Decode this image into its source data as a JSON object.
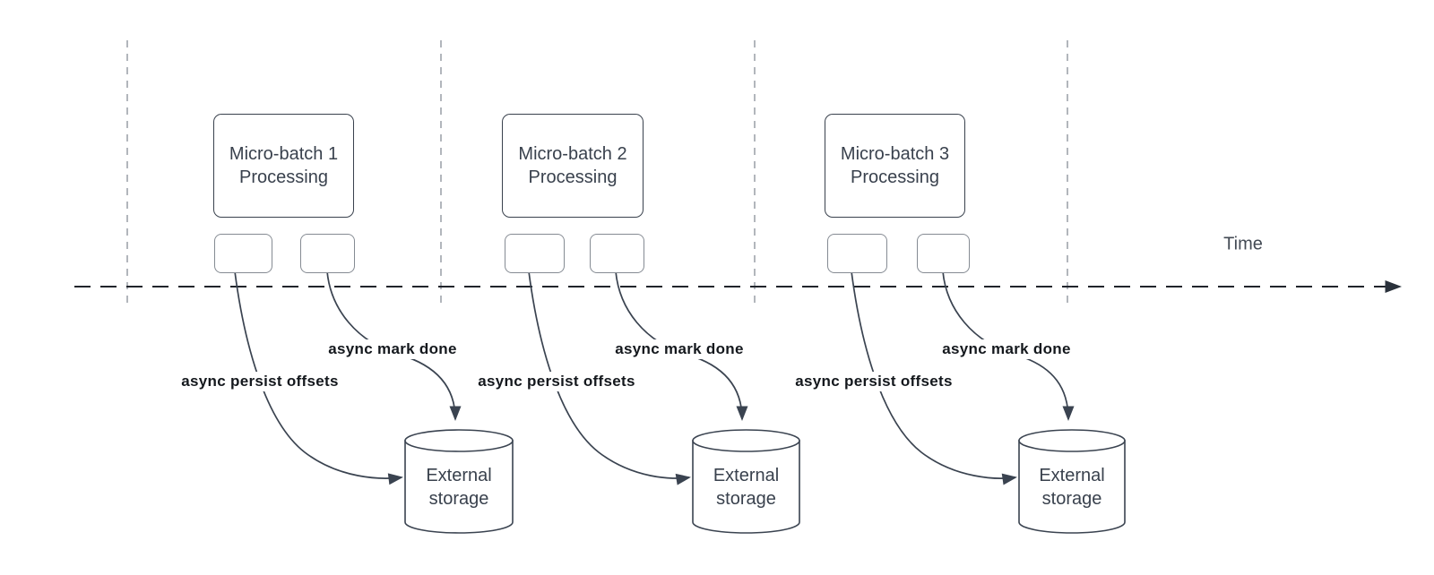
{
  "diagram": {
    "title_hint": "Micro-batch processing timeline with async persistence to external storage",
    "axis": {
      "time_label": "Time"
    },
    "colors": {
      "background": "#ffffff",
      "line": "#3a4350",
      "axis_line": "#20242b",
      "guide_line": "#9fa4ab",
      "label_text": "#14181d",
      "box_text": "#39414d"
    },
    "groups": [
      {
        "box_title_line1": "Micro-batch 1",
        "box_title_line2": "Processing",
        "persist_label": "async persist offsets",
        "done_label": "async mark done",
        "storage_line1": "External",
        "storage_line2": "storage"
      },
      {
        "box_title_line1": "Micro-batch 2",
        "box_title_line2": "Processing",
        "persist_label": "async persist offsets",
        "done_label": "async mark done",
        "storage_line1": "External",
        "storage_line2": "storage"
      },
      {
        "box_title_line1": "Micro-batch 3",
        "box_title_line2": "Processing",
        "persist_label": "async persist offsets",
        "done_label": "async mark done",
        "storage_line1": "External",
        "storage_line2": "storage"
      }
    ]
  }
}
